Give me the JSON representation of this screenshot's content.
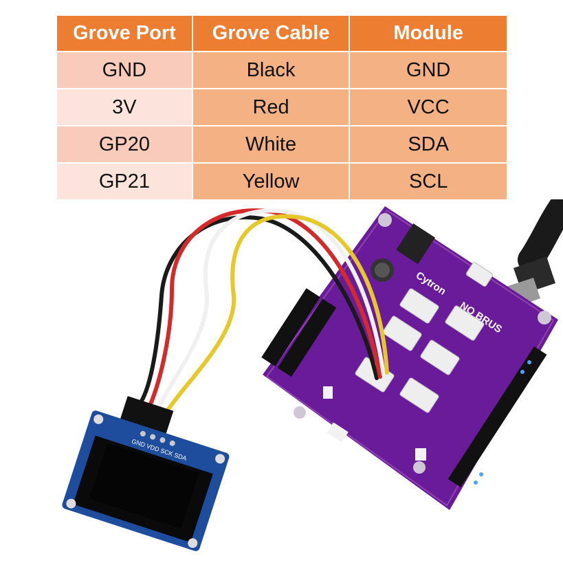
{
  "table": {
    "headers": [
      "Grove Port",
      "Grove Cable",
      "Module"
    ],
    "rows": [
      [
        "GND",
        "Black",
        "GND"
      ],
      [
        "3V",
        "Red",
        "VCC"
      ],
      [
        "GP20",
        "White",
        "SDA"
      ],
      [
        "GP21",
        "Yellow",
        "SCL"
      ]
    ]
  },
  "board": {
    "brand": "Cytron",
    "product": "NO BRUS"
  },
  "oled": {
    "pins_label": "GND VDD SCK SDA"
  },
  "colors": {
    "header": "#ed7d31",
    "port_odd": "#f9cbbb",
    "port_even": "#fce4dc",
    "cable_module": "#f4b183",
    "board": "#6a1b9a"
  }
}
